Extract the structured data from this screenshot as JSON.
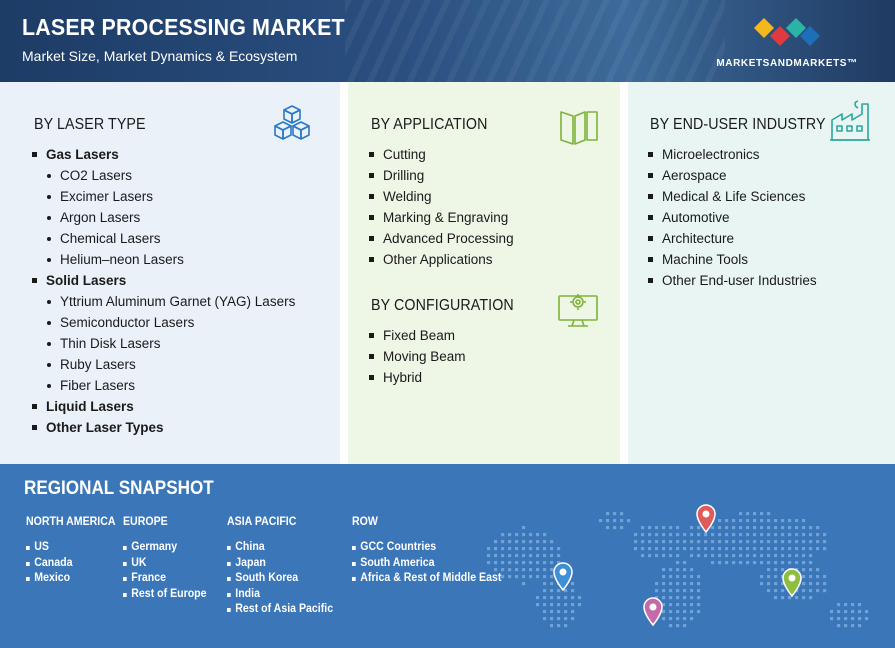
{
  "header": {
    "title": "LASER PROCESSING MARKET",
    "subtitle": "Market Size, Market Dynamics & Ecosystem",
    "brand": "MARKETSANDMARKETS™",
    "logo_colors": [
      "#f5b81c",
      "#e03a3e",
      "#2bb3a6",
      "#1e6fb8"
    ]
  },
  "laser_type": {
    "title": "BY LASER TYPE",
    "icon": "cubes-icon",
    "items": [
      {
        "label": "Gas Lasers",
        "level": 1
      },
      {
        "label": "CO2 Lasers",
        "level": 2
      },
      {
        "label": "Excimer Lasers",
        "level": 2
      },
      {
        "label": "Argon Lasers",
        "level": 2
      },
      {
        "label": "Chemical Lasers",
        "level": 2
      },
      {
        "label": "Helium–neon Lasers",
        "level": 2
      },
      {
        "label": "Solid Lasers",
        "level": 1
      },
      {
        "label": "Yttrium Aluminum Garnet (YAG) Lasers",
        "level": 2
      },
      {
        "label": "Semiconductor Lasers",
        "level": 2
      },
      {
        "label": "Thin Disk Lasers",
        "level": 2
      },
      {
        "label": "Ruby Lasers",
        "level": 2
      },
      {
        "label": "Fiber Lasers",
        "level": 2
      },
      {
        "label": "Liquid Lasers",
        "level": 1
      },
      {
        "label": "Other Laser Types",
        "level": 1
      }
    ]
  },
  "application": {
    "title": "BY APPLICATION",
    "icon": "panels-icon",
    "items": [
      "Cutting",
      "Drilling",
      "Welding",
      "Marking & Engraving",
      "Advanced Processing",
      "Other Applications"
    ]
  },
  "configuration": {
    "title": "BY CONFIGURATION",
    "icon": "monitor-gear-icon",
    "items": [
      "Fixed Beam",
      "Moving Beam",
      "Hybrid"
    ]
  },
  "end_user": {
    "title": "BY END-USER INDUSTRY",
    "icon": "factory-icon",
    "items": [
      "Microelectronics",
      "Aerospace",
      "Medical & Life Sciences",
      "Automotive",
      "Architecture",
      "Machine Tools",
      "Other End-user Industries"
    ]
  },
  "regional": {
    "title": "REGIONAL SNAPSHOT",
    "regions": [
      {
        "name": "NORTH AMERICA",
        "items": [
          "US",
          "Canada",
          "Mexico"
        ]
      },
      {
        "name": "EUROPE",
        "items": [
          "Germany",
          "UK",
          "France",
          "Rest of Europe"
        ]
      },
      {
        "name": "ASIA PACIFIC",
        "items": [
          "China",
          "Japan",
          "South Korea",
          "India",
          "Rest of Asia Pacific"
        ]
      },
      {
        "name": "ROW",
        "items": [
          "GCC Countries",
          "South America",
          "Africa & Rest of Middle East"
        ]
      }
    ],
    "pin_colors": [
      "#e05a5a",
      "#3f8fd6",
      "#c46aa8",
      "#8cbf3f"
    ]
  },
  "colors": {
    "laser_icon": "#2a79c4",
    "application_icon": "#7fb23a",
    "end_user_icon": "#2aa89a"
  }
}
